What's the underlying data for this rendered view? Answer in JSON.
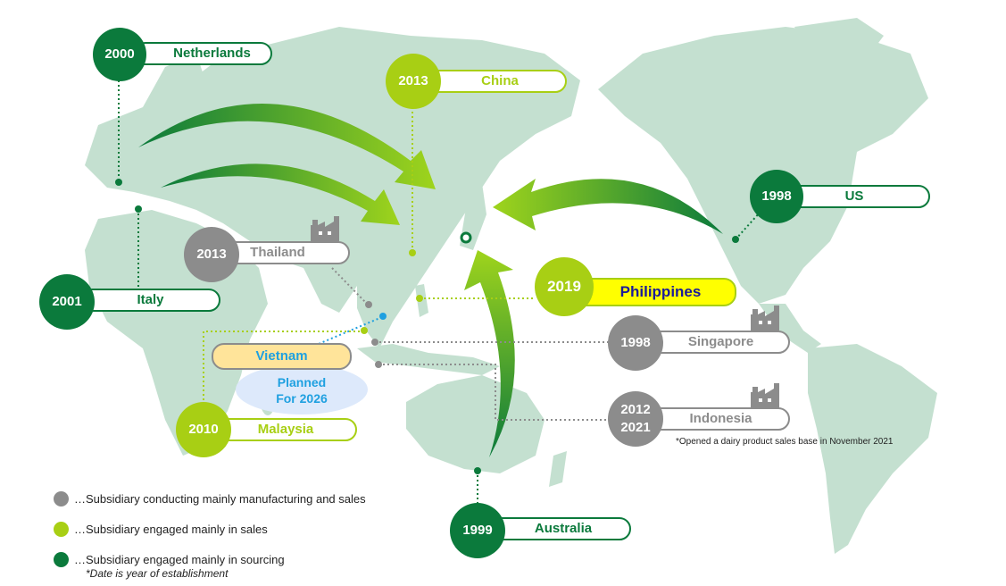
{
  "colors": {
    "sourcing": "#0b7a3c",
    "sales": "#a8cf14",
    "manufacturing": "#8c8c8c",
    "land": "#c4e0d0",
    "philippines_highlight": "#ffff00",
    "vietnam_highlight": "#ffe49a",
    "planned_text": "#1fa0e0"
  },
  "bases": {
    "netherlands": {
      "year": "2000",
      "country": "Netherlands"
    },
    "china": {
      "year": "2013",
      "country": "China"
    },
    "us": {
      "year": "1998",
      "country": "US"
    },
    "thailand": {
      "year": "2013",
      "country": "Thailand"
    },
    "italy": {
      "year": "2001",
      "country": "Italy"
    },
    "philippines": {
      "year": "2019",
      "country": "Philippines"
    },
    "singapore": {
      "year": "1998",
      "country": "Singapore"
    },
    "vietnam": {
      "country": "Vietnam",
      "planned_line1": "Planned",
      "planned_line2": "For 2026"
    },
    "indonesia": {
      "year1": "2012",
      "year2": "2021",
      "country": "Indonesia",
      "note": "*Opened a dairy product sales base in November 2021"
    },
    "malaysia": {
      "year": "2010",
      "country": "Malaysia"
    },
    "australia": {
      "year": "1999",
      "country": "Australia"
    }
  },
  "legend": {
    "manufacturing": "…Subsidiary conducting mainly manufacturing and sales",
    "sales": "…Subsidiary engaged mainly in sales",
    "sourcing": "…Subsidiary engaged mainly in sourcing",
    "date_note": "*Date is year of establishment"
  },
  "icons": {
    "factory": "factory-icon",
    "japan_marker": "japan-ring-marker"
  }
}
